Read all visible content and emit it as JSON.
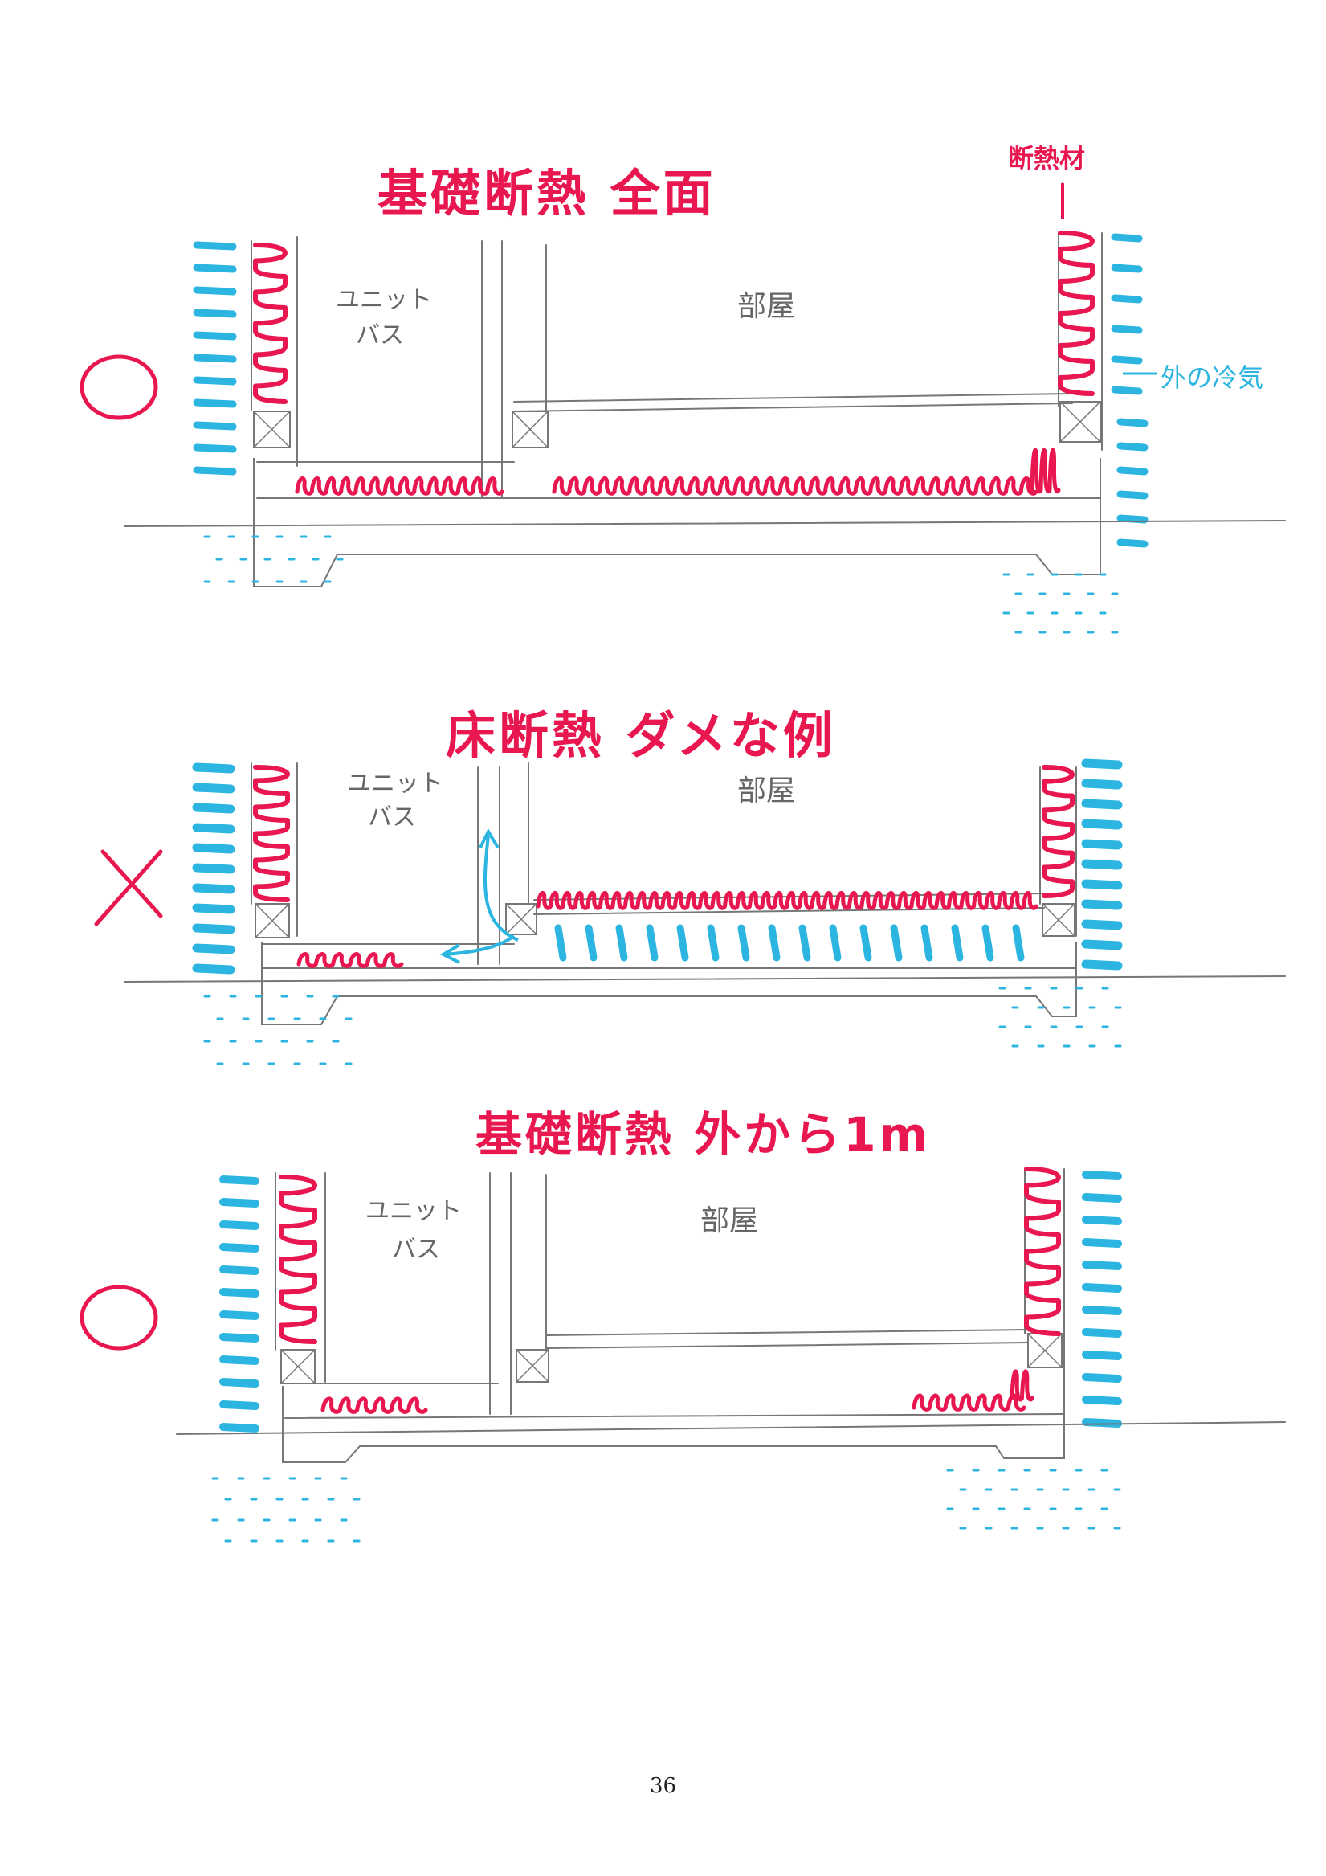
{
  "colors": {
    "insulation": "#e8174f",
    "cold_air": "#2bb5e0",
    "pencil": "#777777"
  },
  "insulation_label": "断熱材",
  "cold_air_label": "外の冷気",
  "page_number": "36",
  "sections": [
    {
      "title": "基礎断熱 全面",
      "verdict": "○",
      "bath_label": [
        "ユニット",
        "バス"
      ],
      "room_label": "部屋"
    },
    {
      "title": "床断熱 ダメな例",
      "verdict": "×",
      "bath_label": [
        "ユニット",
        "バス"
      ],
      "room_label": "部屋"
    },
    {
      "title": "基礎断熱 外から1m",
      "verdict": "○",
      "bath_label": [
        "ユニット",
        "バス"
      ],
      "room_label": "部屋"
    }
  ]
}
